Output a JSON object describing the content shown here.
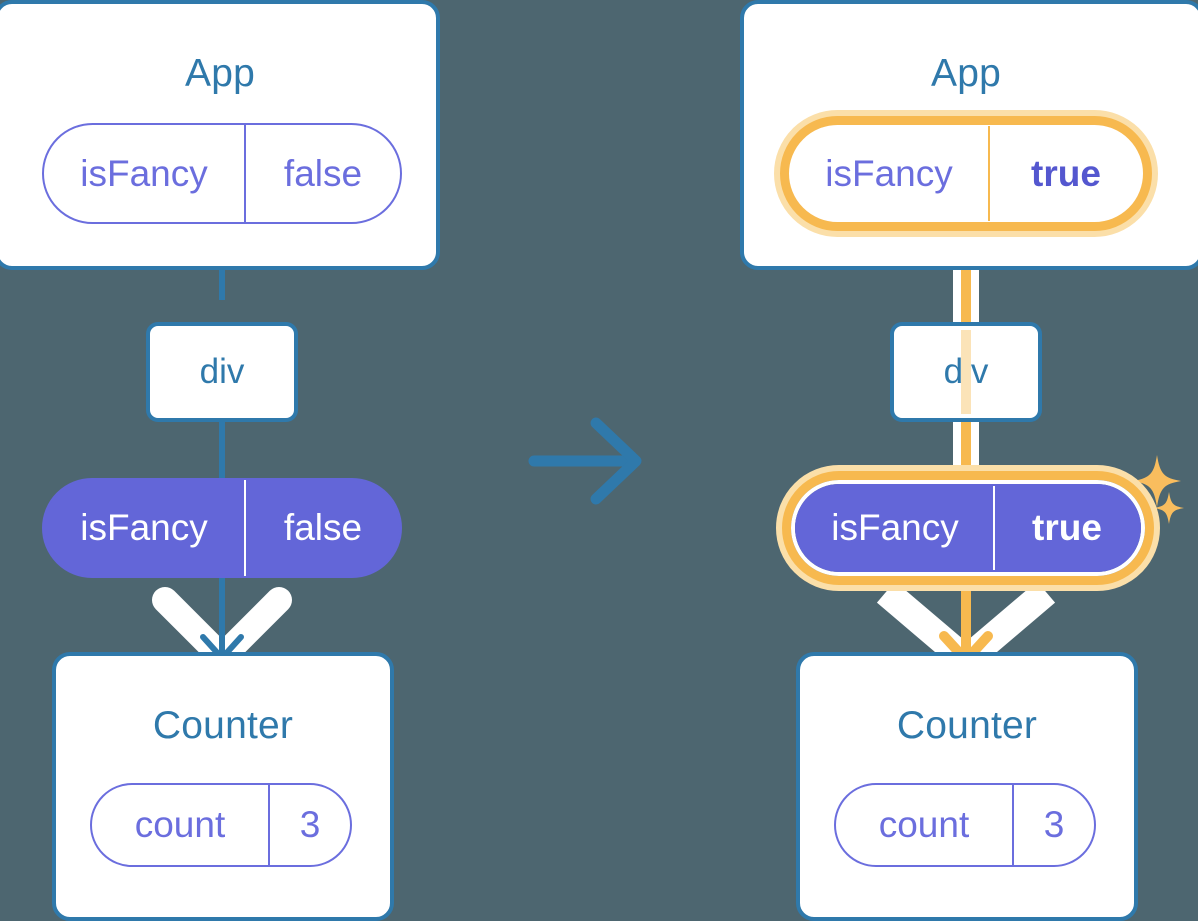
{
  "diagram": {
    "title_left": "App",
    "title_right": "App",
    "background_color": "#4d6670",
    "accent_blue": "#2f79ab",
    "accent_purple": "#6366d8",
    "accent_purple_light": "#6b6ede",
    "accent_orange": "#f7b94f",
    "accent_orange_light": "#fbdfa9"
  },
  "left": {
    "app_card": {
      "title": "App"
    },
    "app_state": {
      "key": "isFancy",
      "value": "false"
    },
    "div_node": {
      "label": "div"
    },
    "prop_pill": {
      "key": "isFancy",
      "value": "false"
    },
    "counter_card": {
      "title": "Counter"
    },
    "counter_state": {
      "key": "count",
      "value": "3"
    }
  },
  "right": {
    "app_card": {
      "title": "App"
    },
    "app_state": {
      "key": "isFancy",
      "value": "true",
      "highlighted": true
    },
    "div_node": {
      "label": "div"
    },
    "prop_pill": {
      "key": "isFancy",
      "value": "true",
      "highlighted": true
    },
    "counter_card": {
      "title": "Counter"
    },
    "counter_state": {
      "key": "count",
      "value": "3"
    }
  },
  "icons": {
    "transition_arrow": "arrow-right-icon",
    "sparkle_large": "sparkle-icon",
    "sparkle_small": "sparkle-small-icon",
    "down_arrow": "arrow-down-icon"
  }
}
